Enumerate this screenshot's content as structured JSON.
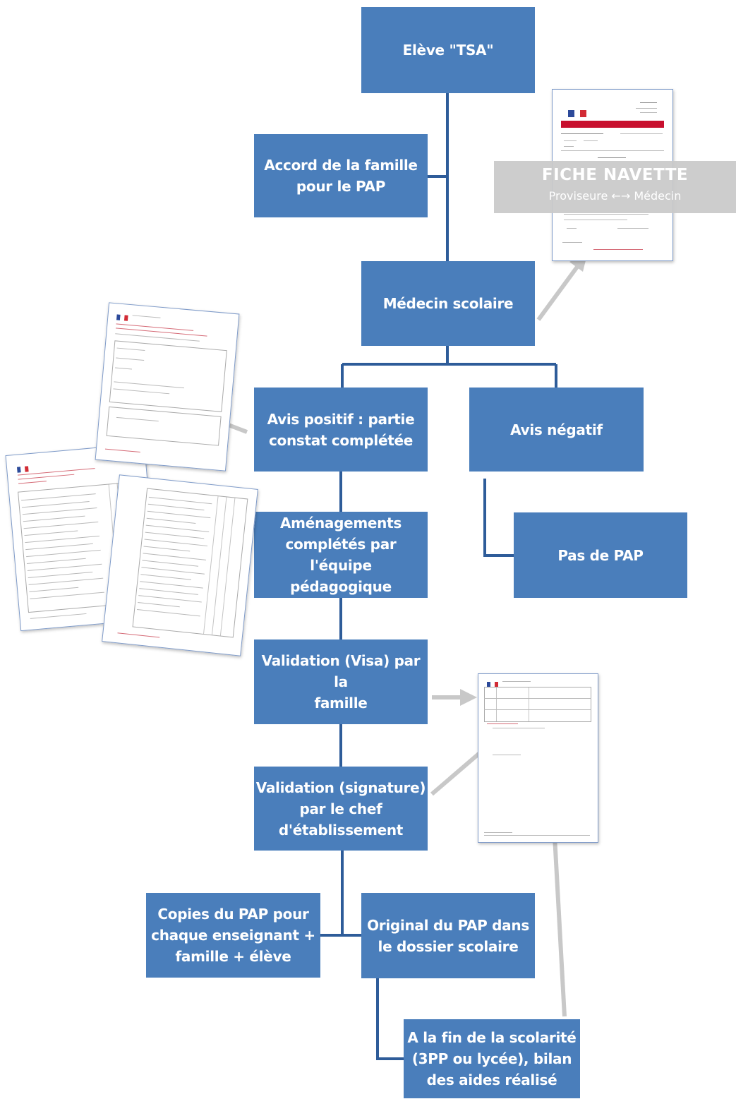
{
  "flowchart": {
    "nodes": {
      "eleve": "Elève \"TSA\"",
      "accord": "Accord de la famille\npour le PAP",
      "medecin": "Médecin scolaire",
      "avis_positif": "Avis positif : partie\nconstat complétée",
      "avis_negatif": "Avis négatif",
      "amenagements": "Aménagements\ncomplétés par l'équipe\npédagogique",
      "pas_de_pap": "Pas de PAP",
      "validation_visa": "Validation (Visa) par la\nfamille",
      "validation_signature": "Validation (signature)\npar le chef\nd'établissement",
      "copies": "Copies du PAP pour\nchaque enseignant +\nfamille + élève",
      "original": "Original du PAP dans\nle dossier scolaire",
      "fin_scolarite": "A la fin de la scolarité\n(3PP ou lycée), bilan\ndes aides réalisé"
    }
  },
  "fiche_navette": {
    "title": "FICHE NAVETTE",
    "subtitle": "Proviseure ←→ Médecin"
  },
  "colors": {
    "box_fill": "#4a7ebb",
    "connector": "#2e5c99",
    "arrow": "#c8c8c8"
  }
}
